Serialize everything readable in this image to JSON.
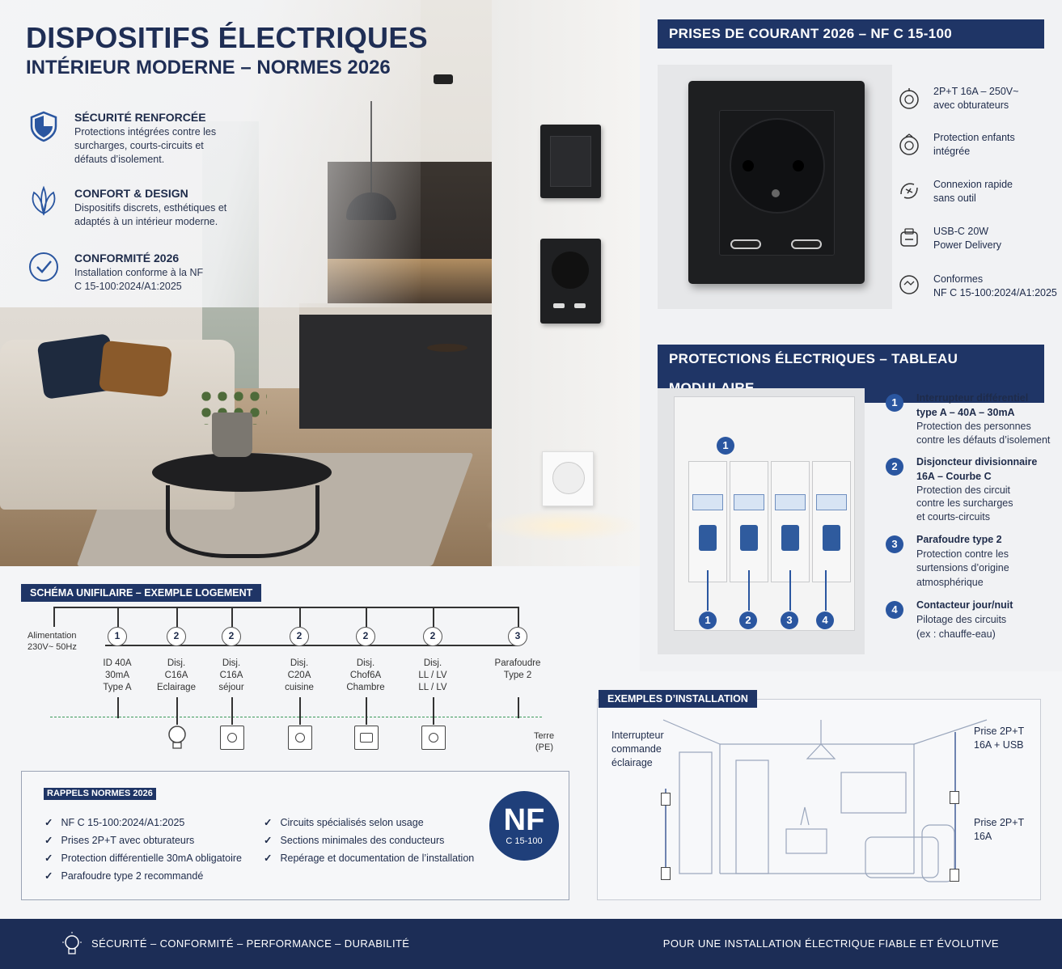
{
  "header": {
    "title": "DISPOSITIFS ÉLECTRIQUES",
    "subtitle": "INTÉRIEUR MODERNE – NORMES 2026"
  },
  "features": [
    {
      "icon": "shield-icon",
      "title": "SÉCURITÉ RENFORCÉE",
      "text": "Protections intégrées contre les surcharges, courts-circuits et défauts d’isolement."
    },
    {
      "icon": "leaf-icon",
      "title": "CONFORT & DESIGN",
      "text": "Dispositifs discrets, esthétiques et adaptés à un intérieur moderne."
    },
    {
      "icon": "check-circle-icon",
      "title": "CONFORMITÉ 2026",
      "text": "Installation conforme à la NF C 15-100:2024/A1:2025"
    }
  ],
  "sockets": {
    "title": "PRISES DE COURANT 2026 – NF C 15-100",
    "specs": [
      {
        "icon": "plug-icon",
        "line1": "2P+T 16A – 250V~",
        "line2": "avec obturateurs"
      },
      {
        "icon": "child-lock-icon",
        "line1": "Protection enfants",
        "line2": "intégrée"
      },
      {
        "icon": "quick-connect-icon",
        "line1": "Connexion rapide",
        "line2": "sans outil"
      },
      {
        "icon": "usb-icon",
        "line1": "USB-C 20W",
        "line2": "Power Delivery"
      },
      {
        "icon": "compliance-icon",
        "line1": "Conformes",
        "line2": "NF C 15-100:2024/A1:2025"
      }
    ]
  },
  "protections": {
    "title": "PROTECTIONS ÉLECTRIQUES – TABLEAU MODULAIRE",
    "badge_top": "1",
    "breaker_numbers": [
      "1",
      "2",
      "3",
      "4"
    ],
    "items": [
      {
        "num": "1",
        "title1": "Interrupteur différentiel",
        "title2": "type A – 40A – 30mA",
        "text": [
          "Protection des personnes",
          "contre les défauts d’isolement"
        ]
      },
      {
        "num": "2",
        "title1": "Disjoncteur divisionnaire",
        "title2": "16A – Courbe C",
        "text": [
          "Protection des circuit",
          "contre les surcharges",
          "et courts-circuits"
        ]
      },
      {
        "num": "3",
        "title1": "Parafoudre type 2",
        "title2": "",
        "text": [
          "Protection contre les",
          "surtensions d’origine",
          "atmosphérique"
        ]
      },
      {
        "num": "4",
        "title1": "Contacteur jour/nuit",
        "title2": "",
        "text": [
          "Pilotage des circuits",
          "(ex : chauffe-eau)"
        ]
      }
    ]
  },
  "schema": {
    "title": "SCHÉMA UNIFILAIRE – EXEMPLE LOGEMENT",
    "supply": [
      "Alimentation",
      "230V~ 50Hz"
    ],
    "nodes": [
      {
        "num": "1",
        "label": [
          "ID 40A",
          "30mA",
          "Type A"
        ]
      },
      {
        "num": "2",
        "label": [
          "Disj.",
          "C16A",
          "Eclairage"
        ]
      },
      {
        "num": "2",
        "label": [
          "Disj.",
          "C16A",
          "séjour"
        ]
      },
      {
        "num": "2",
        "label": [
          "Disj.",
          "C20A",
          "cuisine"
        ]
      },
      {
        "num": "2",
        "label": [
          "Disj.",
          "Chof6A",
          "Chambre"
        ]
      },
      {
        "num": "2",
        "label": [
          "Disj.",
          "LL / LV",
          "LL / LV"
        ]
      },
      {
        "num": "3",
        "label": [
          "Parafoudre",
          "Type 2",
          ""
        ]
      }
    ],
    "earth": [
      "Terre",
      "(PE)"
    ]
  },
  "rappels": {
    "title": "RAPPELS NORMES 2026",
    "col1": [
      "NF C 15-100:2024/A1:2025",
      "Prises 2P+T avec obturateurs",
      "Protection différentielle 30mA obligatoire",
      "Parafoudre type 2 recommandé"
    ],
    "col2": [
      "Circuits spécialisés selon usage",
      "Sections minimales des conducteurs",
      "Repérage et documentation de l’installation"
    ],
    "seal_main": "NF",
    "seal_sub": "C 15-100"
  },
  "install": {
    "title": "EXEMPLES D’INSTALLATION",
    "left_label": [
      "Interrupteur",
      "commande",
      "éclairage"
    ],
    "right_label1": [
      "Prise 2P+T",
      "16A + USB"
    ],
    "right_label2": [
      "Prise 2P+T",
      "16A"
    ]
  },
  "footer": {
    "left": "SÉCURITÉ – CONFORMITÉ – PERFORMANCE – DURABILITÉ",
    "right": "POUR UNE INSTALLATION ÉLECTRIQUE FIABLE ET ÉVOLUTIVE"
  }
}
